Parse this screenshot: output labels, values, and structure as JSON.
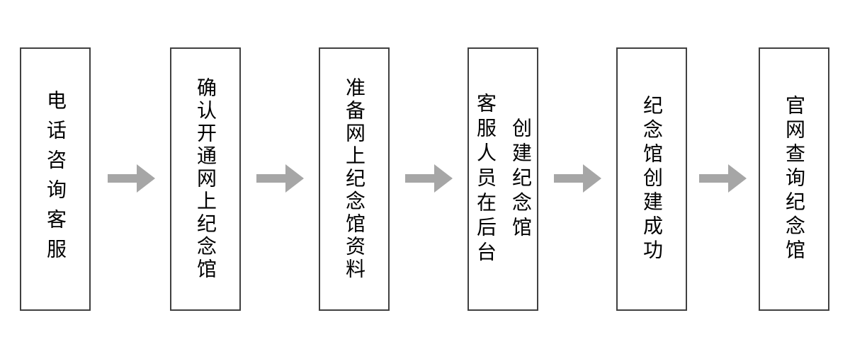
{
  "flow": {
    "steps": [
      {
        "label": "电话咨询客服"
      },
      {
        "label": "确认开通网上纪念馆"
      },
      {
        "label": "准备网上纪念馆资料"
      },
      {
        "label": "客服人员在后台\n创建纪念馆"
      },
      {
        "label": "纪念馆创建成功"
      },
      {
        "label": "官网查询纪念馆"
      }
    ],
    "colors": {
      "arrow": "#a6a6a6",
      "box_border": "#404040",
      "text": "#000000",
      "background": "#ffffff"
    }
  }
}
